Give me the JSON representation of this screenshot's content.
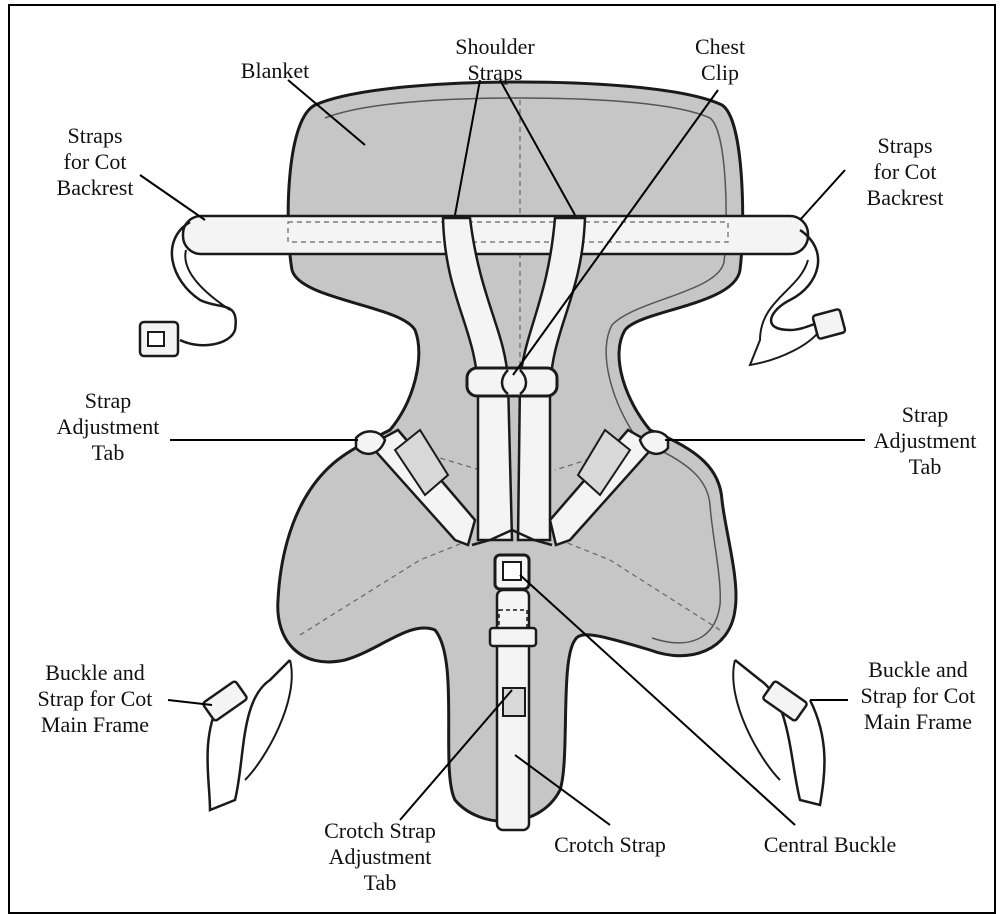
{
  "labels": {
    "blanket": "Blanket",
    "shoulder_straps": "Shoulder\nStraps",
    "chest_clip": "Chest\nClip",
    "straps_backrest_left": "Straps\nfor Cot\nBackrest",
    "straps_backrest_right": "Straps\nfor Cot\nBackrest",
    "strap_adj_tab_left": "Strap\nAdjustment\nTab",
    "strap_adj_tab_right": "Strap\nAdjustment\nTab",
    "buckle_main_left": "Buckle and\nStrap for Cot\nMain Frame",
    "buckle_main_right": "Buckle and\nStrap for Cot\nMain Frame",
    "crotch_adj_tab": "Crotch Strap\nAdjustment\nTab",
    "crotch_strap": "Crotch Strap",
    "central_buckle": "Central Buckle"
  },
  "colors": {
    "blanket_fill": "#c6c6c6",
    "outline": "#1a1a1a",
    "strap_fill": "#f4f4f4"
  }
}
